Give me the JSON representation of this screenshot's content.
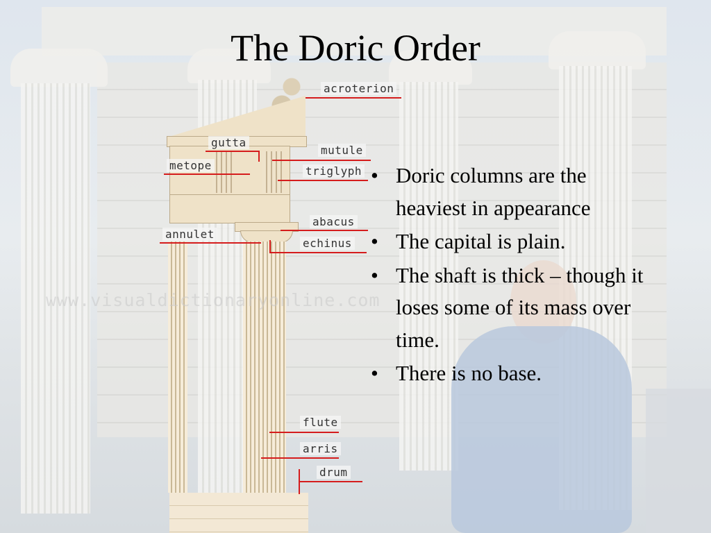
{
  "slide": {
    "title": "The Doric Order",
    "watermark": "www.visualdictionaryonline.com",
    "bullet_glyph": "•",
    "bullets": [
      "Doric columns are the heaviest in appearance",
      "The capital is plain.",
      "The shaft is thick – though it loses some of its mass over time.",
      "There is no base."
    ]
  },
  "diagram": {
    "labels": {
      "acroterion": "acroterion",
      "gutta": "gutta",
      "mutule": "mutule",
      "metope": "metope",
      "triglyph": "triglyph",
      "abacus": "abacus",
      "annulet": "annulet",
      "echinus": "echinus",
      "flute": "flute",
      "arris": "arris",
      "drum": "drum"
    },
    "leader_color": "#d51c1c"
  }
}
